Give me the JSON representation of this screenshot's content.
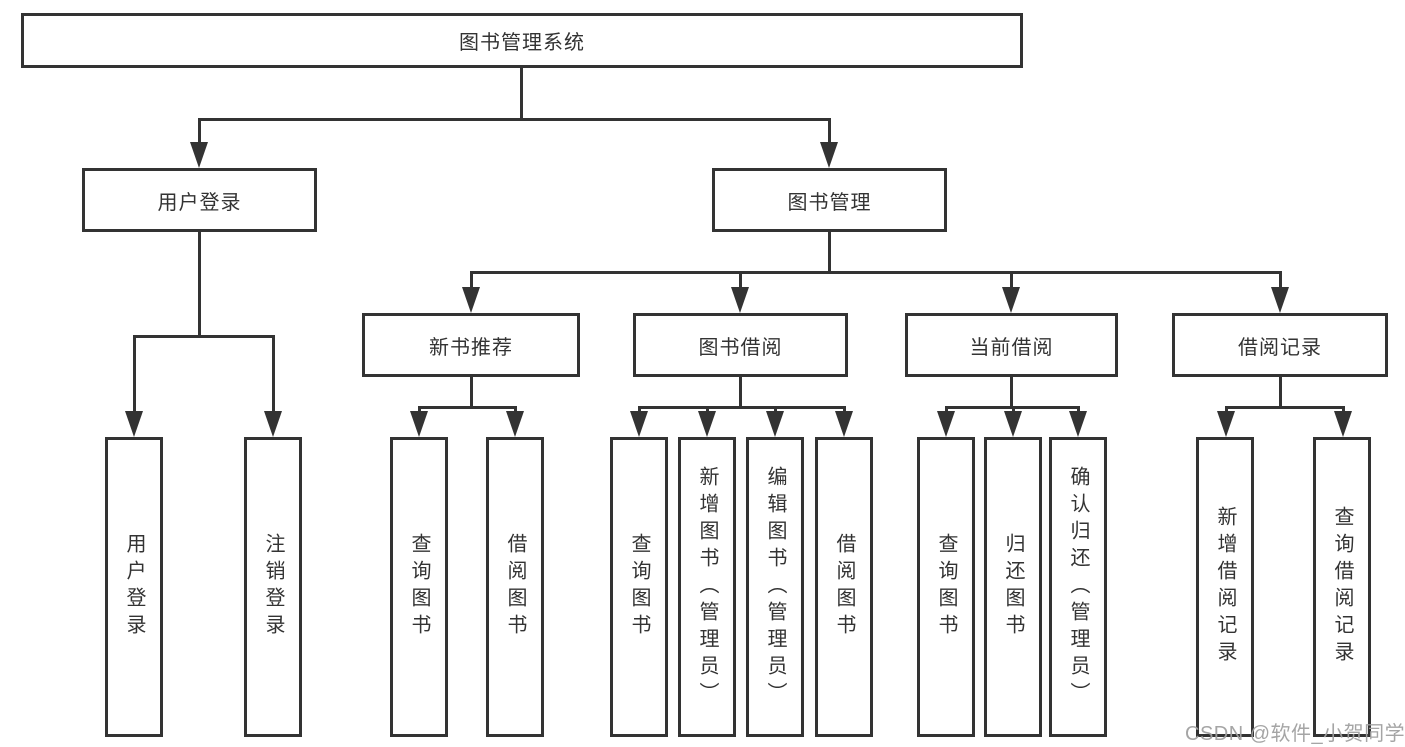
{
  "diagram_title": "图书管理系统",
  "root": {
    "label": "图书管理系统"
  },
  "branches": [
    {
      "label": "用户登录",
      "children": [
        {
          "label": "用户登录"
        },
        {
          "label": "注销登录"
        }
      ]
    },
    {
      "label": "图书管理",
      "children": [
        {
          "label": "新书推荐",
          "children": [
            {
              "label": "查询图书"
            },
            {
              "label": "借阅图书"
            }
          ]
        },
        {
          "label": "图书借阅",
          "children": [
            {
              "label": "查询图书"
            },
            {
              "label": "新增图书（管理员）"
            },
            {
              "label": "编辑图书（管理员）"
            },
            {
              "label": "借阅图书"
            }
          ]
        },
        {
          "label": "当前借阅",
          "children": [
            {
              "label": "查询图书"
            },
            {
              "label": "归还图书"
            },
            {
              "label": "确认归还（管理员）"
            }
          ]
        },
        {
          "label": "借阅记录",
          "children": [
            {
              "label": "新增借阅记录"
            },
            {
              "label": "查询借阅记录"
            }
          ]
        }
      ]
    }
  ],
  "watermark": {
    "text": "CSDN @软件_小贺同学"
  },
  "colors": {
    "line": "#333333",
    "text": "#333333",
    "background": "#ffffff",
    "watermark": "#a0a0a0"
  }
}
